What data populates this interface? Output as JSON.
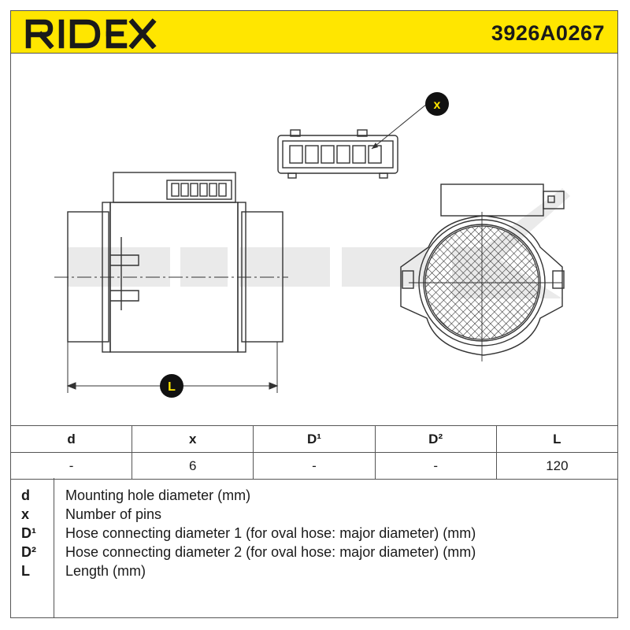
{
  "header": {
    "brand": "RIDEX",
    "part_number": "3926A0267",
    "color": "#ffe600"
  },
  "drawing": {
    "callout_x": "x",
    "callout_l": "L",
    "watermark": "RIDEX"
  },
  "table": {
    "headers": [
      "d",
      "x",
      "D¹",
      "D²",
      "L"
    ],
    "values": [
      "-",
      "6",
      "-",
      "-",
      "120"
    ]
  },
  "legend": [
    {
      "symbol": "d",
      "text": "Mounting hole diameter (mm)"
    },
    {
      "symbol": "x",
      "text": "Number of pins"
    },
    {
      "symbol": "D¹",
      "text": "Hose connecting diameter 1 (for oval hose: major diameter) (mm)"
    },
    {
      "symbol": "D²",
      "text": "Hose connecting diameter 2 (for oval hose: major diameter) (mm)"
    },
    {
      "symbol": "L",
      "text": "Length (mm)"
    }
  ]
}
